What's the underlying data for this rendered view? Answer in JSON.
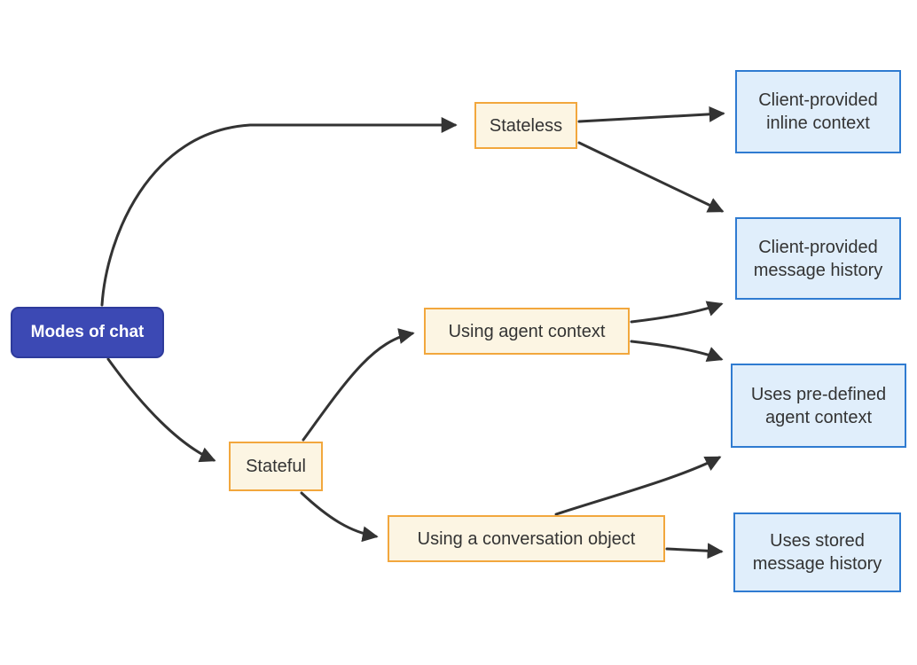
{
  "diagram": {
    "type": "flowchart",
    "direction": "left-to-right",
    "nodes": {
      "modes": {
        "label": "Modes of chat",
        "kind": "root"
      },
      "stateless": {
        "label": "Stateless",
        "kind": "branch"
      },
      "stateful": {
        "label": "Stateful",
        "kind": "branch"
      },
      "agent_context": {
        "label": "Using agent context",
        "kind": "branch"
      },
      "conversation_object": {
        "label": "Using a conversation object",
        "kind": "branch"
      },
      "inline_context": {
        "label": "Client-provided\ninline context",
        "kind": "leaf"
      },
      "message_history": {
        "label": "Client-provided\nmessage history",
        "kind": "leaf"
      },
      "predefined_context": {
        "label": "Uses pre-defined\nagent context",
        "kind": "leaf"
      },
      "stored_history": {
        "label": "Uses stored\nmessage history",
        "kind": "leaf"
      }
    },
    "edges": [
      {
        "from": "modes",
        "to": "stateless"
      },
      {
        "from": "modes",
        "to": "stateful"
      },
      {
        "from": "stateless",
        "to": "inline_context"
      },
      {
        "from": "stateless",
        "to": "message_history"
      },
      {
        "from": "stateful",
        "to": "agent_context"
      },
      {
        "from": "stateful",
        "to": "conversation_object"
      },
      {
        "from": "agent_context",
        "to": "message_history"
      },
      {
        "from": "agent_context",
        "to": "predefined_context"
      },
      {
        "from": "conversation_object",
        "to": "predefined_context"
      },
      {
        "from": "conversation_object",
        "to": "stored_history"
      }
    ],
    "colors": {
      "background": "#ffffff",
      "root_fill": "#3c49b4",
      "root_border": "#2e3b9b",
      "root_text": "#ffffff",
      "branch_fill": "#fcf5e3",
      "branch_border": "#f2a73d",
      "leaf_fill": "#e0eefb",
      "leaf_border": "#2f7bd1",
      "node_text": "#333333",
      "edge_color": "#333333"
    }
  }
}
